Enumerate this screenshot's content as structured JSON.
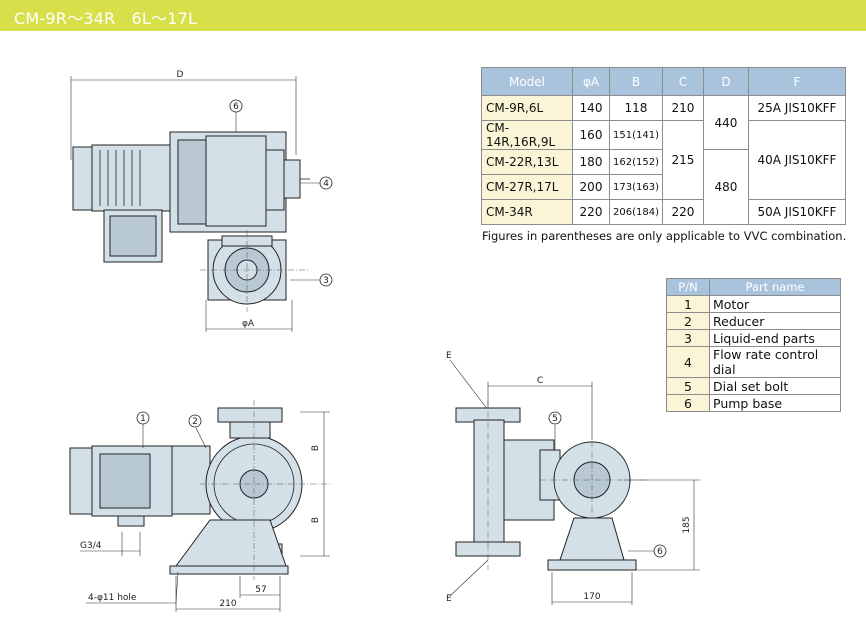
{
  "header": {
    "title": "CM-9R～34R　6L～17L"
  },
  "spec_table": {
    "headers": [
      "Model",
      "φA",
      "B",
      "C",
      "D",
      "F"
    ],
    "rows": [
      {
        "model": "CM-9R,6L",
        "a": "140",
        "b": "118",
        "c": "210"
      },
      {
        "model": "CM-14R,16R,9L",
        "a": "160",
        "b": "151(141)"
      },
      {
        "model": "CM-22R,13L",
        "a": "180",
        "b": "162(152)"
      },
      {
        "model": "CM-27R,17L",
        "a": "200",
        "b": "173(163)"
      },
      {
        "model": "CM-34R",
        "a": "220",
        "b": "206(184)",
        "c": "220",
        "d": "",
        "f": "50A JIS10KFF"
      }
    ],
    "c_merged": "215",
    "d_top": "440",
    "d_bottom": "480",
    "f_top": "25A JIS10KFF",
    "f_mid": "40A JIS10KFF"
  },
  "note": "Figures in parentheses are only applicable to VVC combination.",
  "parts_table": {
    "headers": [
      "P/N",
      "Part name"
    ],
    "rows": [
      {
        "pn": "1",
        "name": "Motor"
      },
      {
        "pn": "2",
        "name": "Reducer"
      },
      {
        "pn": "3",
        "name": "Liquid-end parts"
      },
      {
        "pn": "4",
        "name": "Flow rate control dial"
      },
      {
        "pn": "5",
        "name": "Dial set bolt"
      },
      {
        "pn": "6",
        "name": "Pump base"
      }
    ]
  },
  "drawing_labels": {
    "dim_d": "D",
    "dim_phi_a": "φA",
    "dim_b_upper": "B",
    "dim_b_lower": "B",
    "dim_c": "C",
    "dim_e_top": "E",
    "dim_e_bottom": "E",
    "dim_g": "G3/4",
    "dim_hole": "4-φ11 hole",
    "dim_57": "57",
    "dim_210": "210",
    "dim_185": "185",
    "dim_170": "170",
    "callouts": [
      "1",
      "2",
      "3",
      "4",
      "5",
      "6"
    ]
  },
  "colors": {
    "title_bar": "#d7e04a",
    "header_blue": "#a9c3dc",
    "model_cell": "#fbf5d7",
    "machine": "#d4e0e8"
  }
}
